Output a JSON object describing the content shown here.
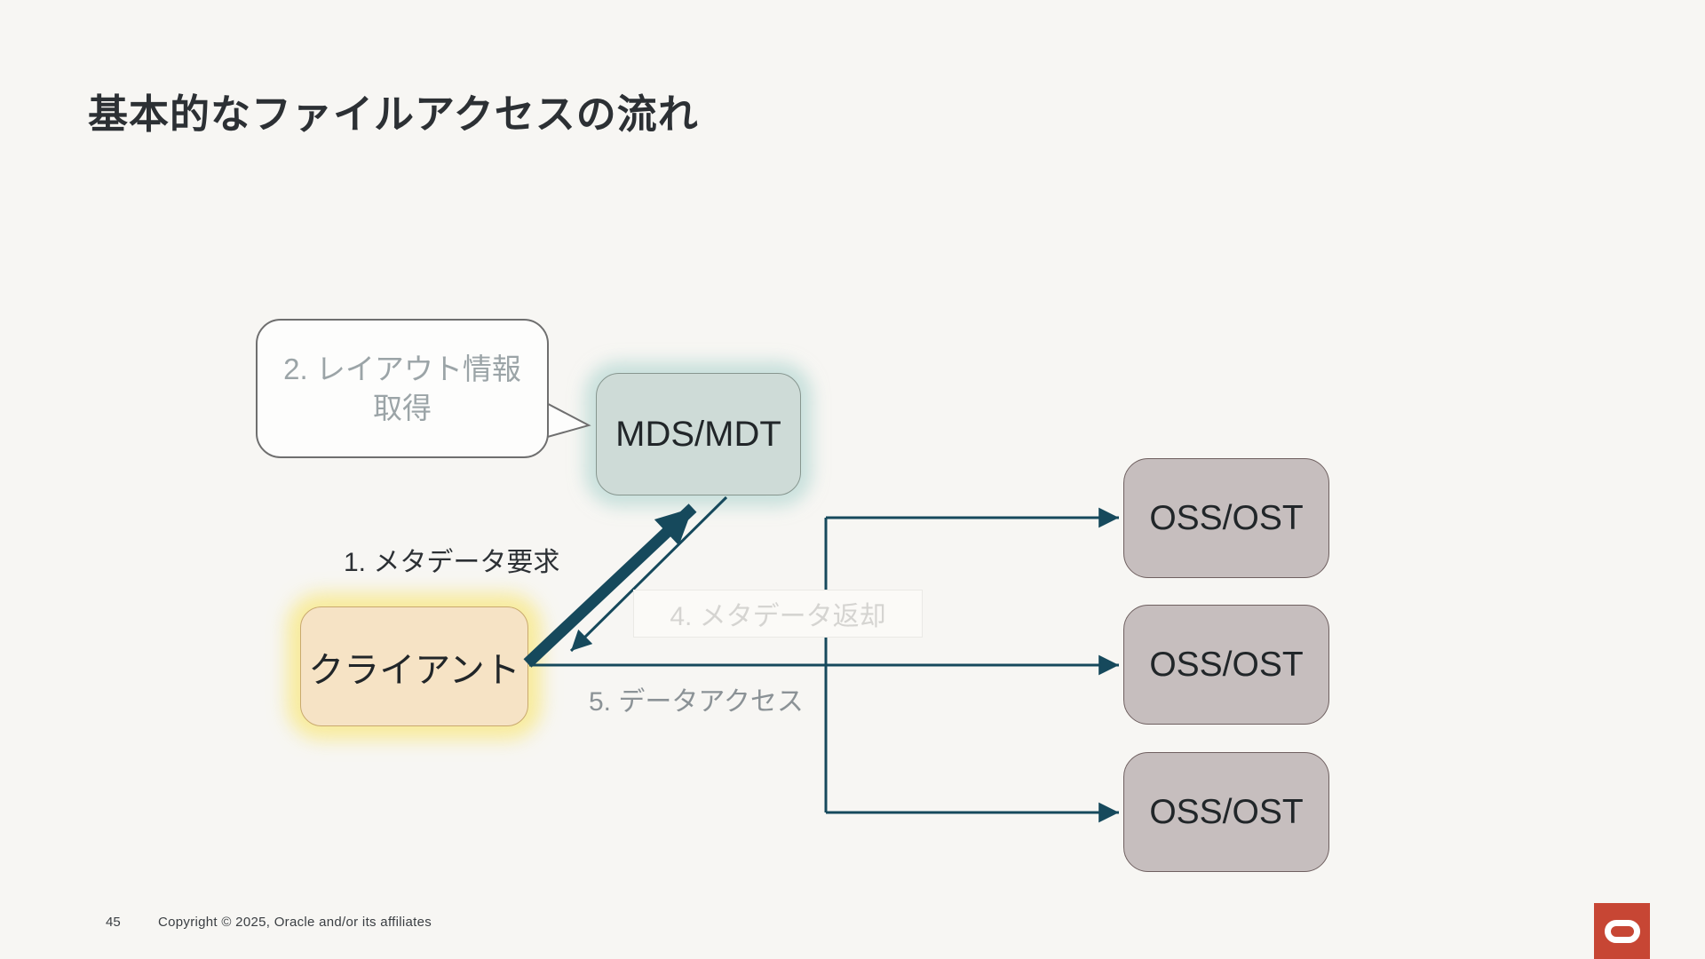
{
  "slide": {
    "title": "基本的なファイルアクセスの流れ",
    "page_number": "45",
    "copyright": "Copyright © 2025, Oracle and/or its affiliates"
  },
  "diagram": {
    "callout": {
      "line1": "2. レイアウト情報",
      "line2": "取得"
    },
    "nodes": {
      "client": "クライアント",
      "mds": "MDS/MDT",
      "oss1": "OSS/OST",
      "oss2": "OSS/OST",
      "oss3": "OSS/OST"
    },
    "step_labels": {
      "step1": "1. メタデータ要求",
      "step4": "4. メタデータ返却",
      "step5": "5. データアクセス"
    },
    "colors": {
      "connector": "#16495c",
      "mds_fill": "#cedbd7",
      "mds_glow": "#a4d0cb",
      "client_fill": "#f6e3c5",
      "client_glow": "#f9e464",
      "oss_fill": "#c6bebe",
      "background": "#f7f6f3",
      "oracle_red": "#c74634"
    }
  }
}
